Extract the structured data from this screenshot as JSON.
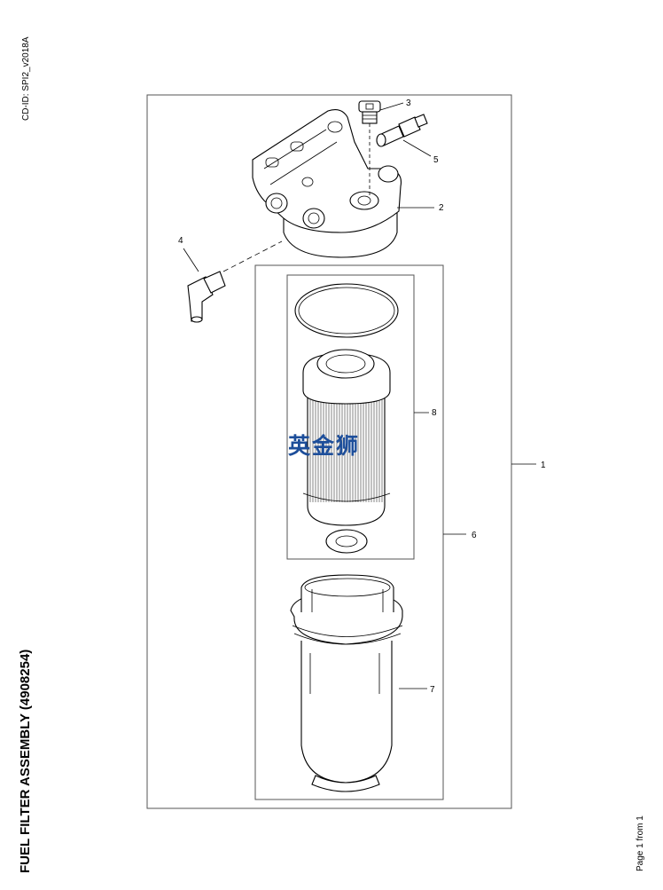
{
  "document": {
    "cd_id": "CD-ID: SPI2_v2018A",
    "title": "FUEL FILTER ASSEMBLY (4908254)",
    "page": "Page 1 from 1"
  },
  "diagram": {
    "callouts": [
      {
        "id": "1",
        "text": "1"
      },
      {
        "id": "2",
        "text": "2"
      },
      {
        "id": "3",
        "text": "3"
      },
      {
        "id": "4",
        "text": "4"
      },
      {
        "id": "5",
        "text": "5"
      },
      {
        "id": "6",
        "text": "6"
      },
      {
        "id": "7",
        "text": "7"
      },
      {
        "id": "8",
        "text": "8"
      }
    ],
    "watermark": "英金狮"
  }
}
